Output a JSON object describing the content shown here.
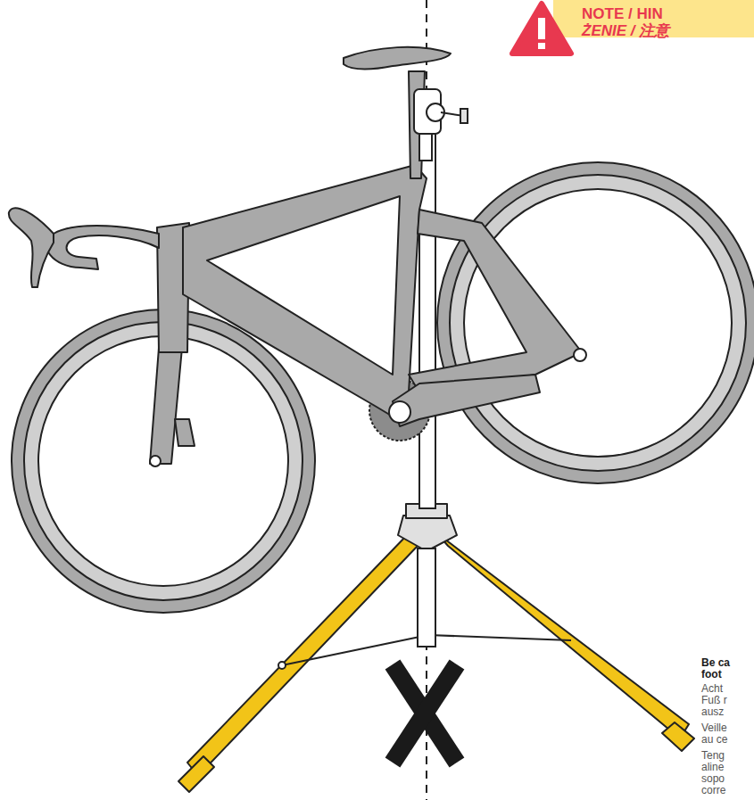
{
  "diagram": {
    "nodes": [
      {
        "text": [
          "NOTE / HIN",
          "ŻENIE / 注意"
        ]
      }
    ],
    "labels": [
      "Be ca foot",
      "Acht Fuß r ausz",
      "Veille au ce",
      "Teng aline sopo corre"
    ]
  }
}
